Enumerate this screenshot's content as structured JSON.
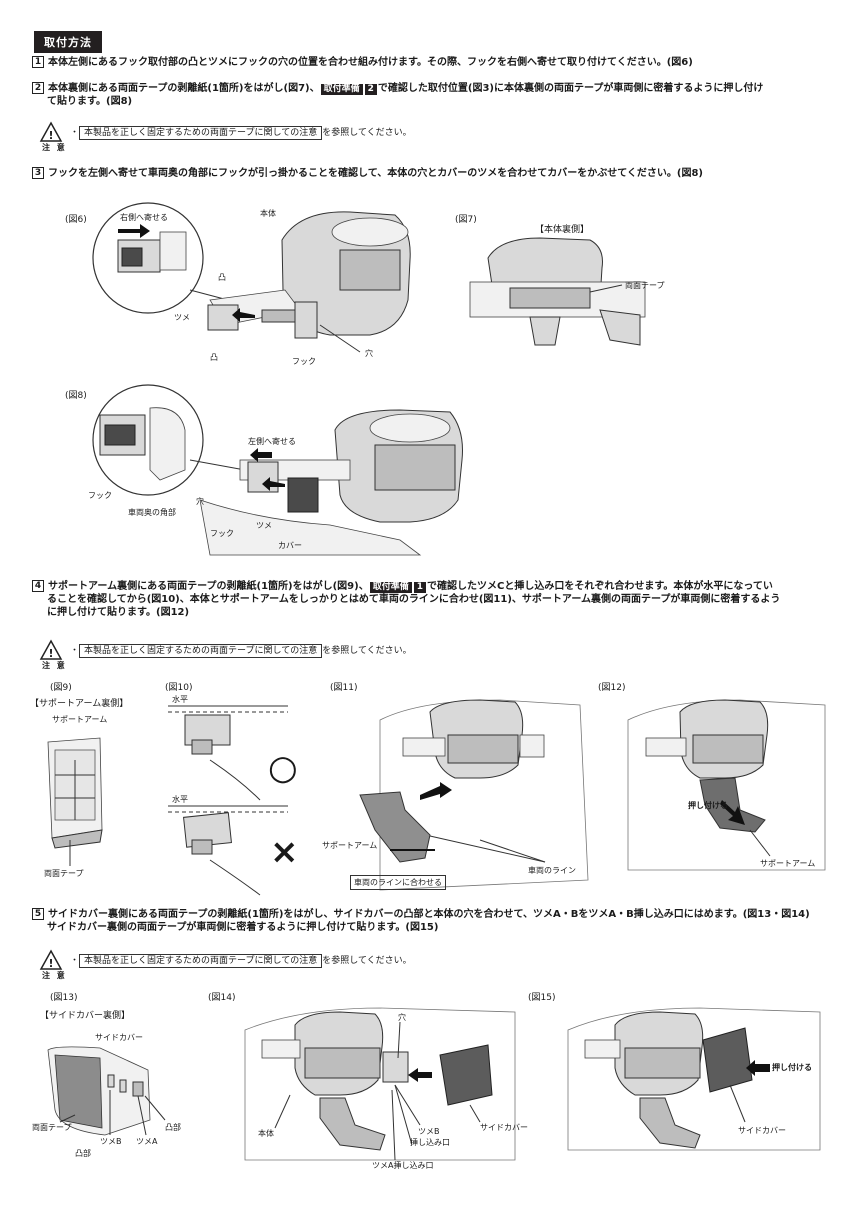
{
  "header": {
    "title": "取付方法"
  },
  "steps": {
    "s1": {
      "num": "1",
      "text": "本体左側にあるフック取付部の凸とツメにフックの穴の位置を合わせ組み付けます。その際、フックを右側へ寄せて取り付けてください。(図6)"
    },
    "s2": {
      "num": "2",
      "text_a": "本体裏側にある両面テープの剥離紙(1箇所)をはがし(図7)、",
      "tag": "取付準備",
      "tag_num": "2",
      "text_b": "で確認した取付位置(図3)に本体裏側の両面テープが車両側に密着するように押し付け",
      "text_c": "て貼ります。(図8)"
    },
    "s3": {
      "num": "3",
      "text": "フックを左側へ寄せて車両奥の角部にフックが引っ掛かることを確認して、本体の穴とカバーのツメを合わせてカバーをかぶせてください。(図8)"
    },
    "s4": {
      "num": "4",
      "text_a": "サポートアーム裏側にある両面テープの剥離紙(1箇所)をはがし(図9)、",
      "tag": "取付準備",
      "tag_num": "1",
      "text_b": "で確認したツメCと挿し込み口をそれぞれ合わせます。本体が水平になってい",
      "text_c": "ることを確認してから(図10)、本体とサポートアームをしっかりとはめて車両のラインに合わせ(図11)、サポートアーム裏側の両面テープが車両側に密着するよう",
      "text_d": "に押し付けて貼ります。(図12)"
    },
    "s5": {
      "num": "5",
      "text_a": "サイドカバー裏側にある両面テープの剥離紙(1箇所)をはがし、サイドカバーの凸部と本体の穴を合わせて、ツメA・BをツメA・B挿し込み口にはめます。(図13・図14)",
      "text_b": "サイドカバー裏側の両面テープが車両側に密着するように押し付けて貼ります。(図15)"
    }
  },
  "caution": {
    "label": "注 意",
    "bullet": "・",
    "link": "本製品を正しく固定するための両面テープに関しての注意",
    "suffix": "を参照してください。"
  },
  "figures": {
    "fig6": {
      "title": "(図6)",
      "labels": {
        "right": "右側へ寄せる",
        "body": "本体",
        "boss1": "凸",
        "claw": "ツメ",
        "boss2": "凸",
        "hook": "フック",
        "hole": "穴"
      }
    },
    "fig7": {
      "title": "(図7)",
      "subtitle": "【本体裏側】",
      "labels": {
        "tape": "両面テープ"
      }
    },
    "fig8": {
      "title": "(図8)",
      "labels": {
        "left": "左側へ寄せる",
        "hook1": "フック",
        "corner": "車両奥の角部",
        "hole": "穴",
        "claw": "ツメ",
        "hook2": "フック",
        "cover": "カバー"
      }
    },
    "fig9": {
      "title": "(図9)",
      "subtitle": "【サポートアーム裏側】",
      "labels": {
        "arm": "サポートアーム",
        "tape": "両面テープ"
      }
    },
    "fig10": {
      "title": "(図10)",
      "labels": {
        "horizontal1": "水平",
        "horizontal2": "水平",
        "ok": "○",
        "ng": "×"
      }
    },
    "fig11": {
      "title": "(図11)",
      "labels": {
        "arm": "サポートアーム",
        "line": "車両のライン",
        "align": "車両のラインに合わせる"
      }
    },
    "fig12": {
      "title": "(図12)",
      "labels": {
        "press": "押し付ける",
        "arm": "サポートアーム"
      }
    },
    "fig13": {
      "title": "(図13)",
      "subtitle": "【サイドカバー裏側】",
      "labels": {
        "sidecover": "サイドカバー",
        "tape": "両面テープ",
        "clawB": "ツメB",
        "clawA": "ツメA",
        "boss": "凸部",
        "boss2": "凸部"
      }
    },
    "fig14": {
      "title": "(図14)",
      "labels": {
        "hole": "穴",
        "body": "本体",
        "clawB": "ツメB",
        "insertB": "挿し込み口",
        "insertA": "ツメA挿し込み口",
        "sidecover": "サイドカバー"
      }
    },
    "fig15": {
      "title": "(図15)",
      "labels": {
        "press": "押し付ける",
        "sidecover": "サイドカバー"
      }
    }
  }
}
